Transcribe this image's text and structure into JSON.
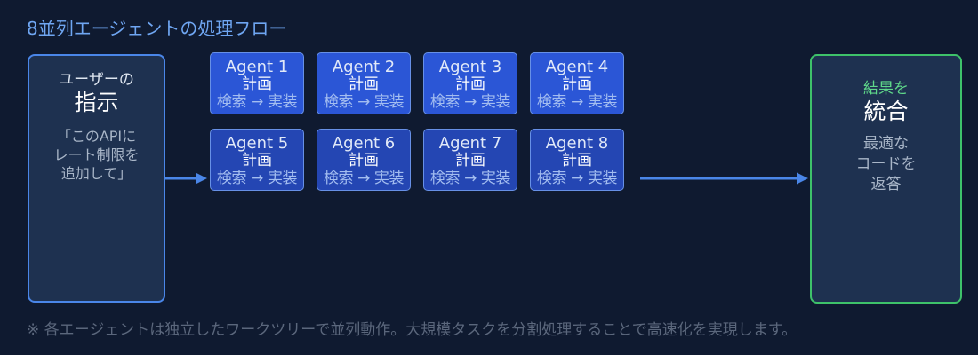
{
  "title": "8並列エージェントの処理フロー",
  "input": {
    "sub": "ユーザーの",
    "big": "指示",
    "quote_lines": [
      "「このAPIに",
      "レート制限を",
      "追加して」"
    ]
  },
  "agents": [
    {
      "name": "Agent 1",
      "plan": "計画",
      "steps": "検索 → 実装"
    },
    {
      "name": "Agent 2",
      "plan": "計画",
      "steps": "検索 → 実装"
    },
    {
      "name": "Agent 3",
      "plan": "計画",
      "steps": "検索 → 実装"
    },
    {
      "name": "Agent 4",
      "plan": "計画",
      "steps": "検索 → 実装"
    },
    {
      "name": "Agent 5",
      "plan": "計画",
      "steps": "検索 → 実装"
    },
    {
      "name": "Agent 6",
      "plan": "計画",
      "steps": "検索 → 実装"
    },
    {
      "name": "Agent 7",
      "plan": "計画",
      "steps": "検索 → 実装"
    },
    {
      "name": "Agent 8",
      "plan": "計画",
      "steps": "検索 → 実装"
    }
  ],
  "output": {
    "sub": "結果を",
    "big": "統合",
    "desc_lines": [
      "最適な",
      "コードを",
      "返答"
    ]
  },
  "footnote": "※ 各エージェントは独立したワークツリーで並列動作。大規模タスクを分割処理することで高速化を実現します。",
  "colors": {
    "background": "#0f1a30",
    "accent_blue": "#4a86e8",
    "accent_green": "#3ec26a",
    "agent_row1": "#2b56d6",
    "agent_row2": "#2446b3"
  }
}
